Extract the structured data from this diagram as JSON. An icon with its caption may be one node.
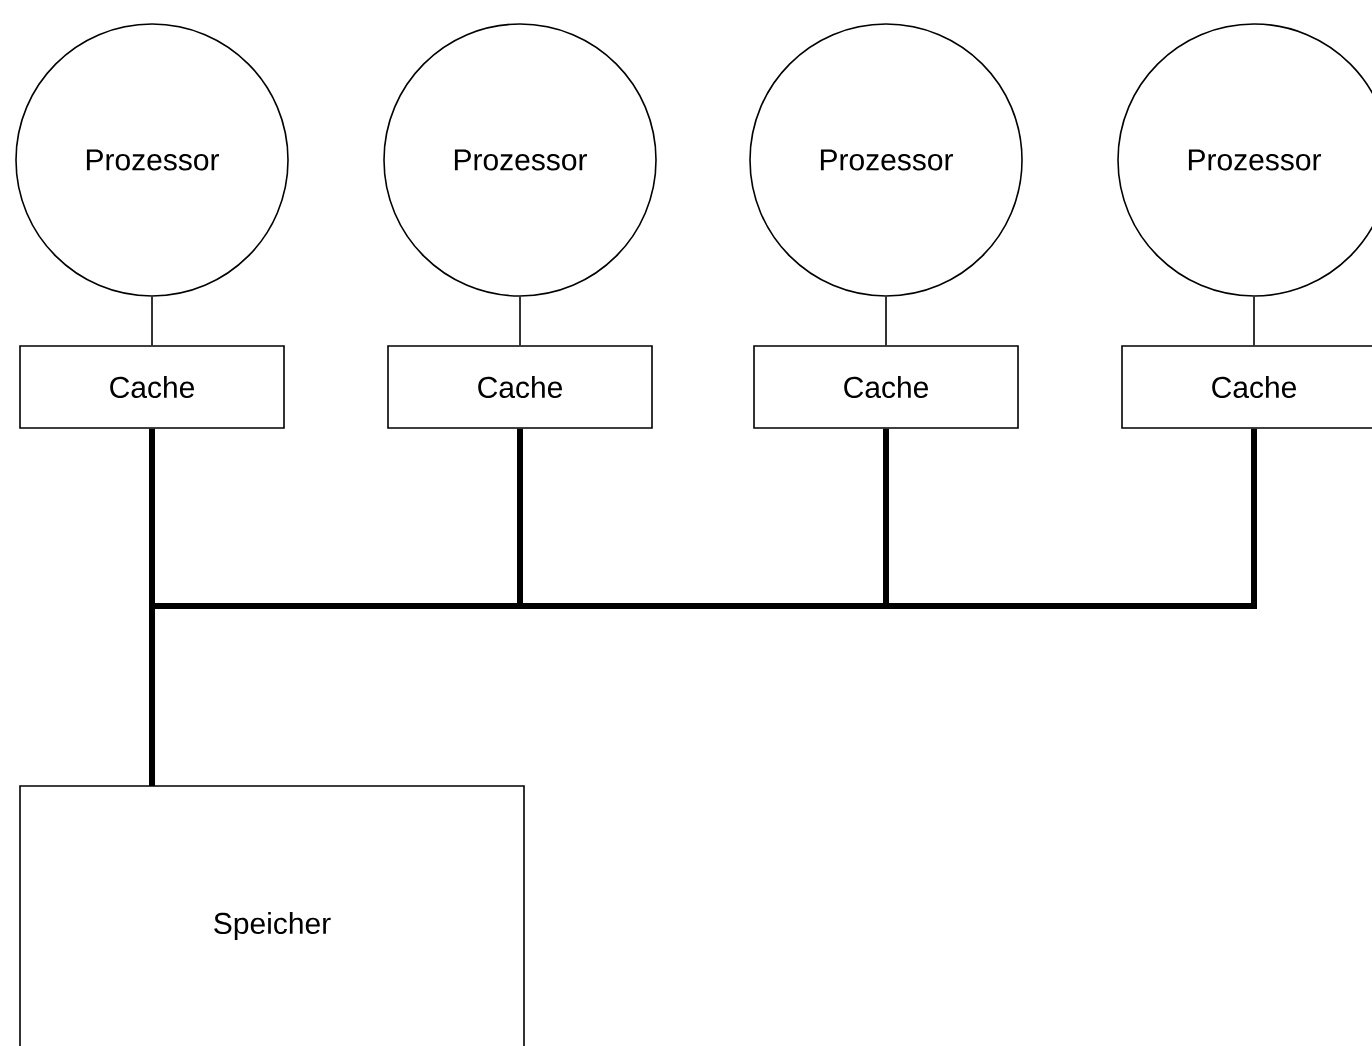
{
  "diagram": {
    "nodes": [
      {
        "text": [
          "Prozessor"
        ]
      },
      {
        "text": [
          "Prozessor"
        ]
      },
      {
        "text": [
          "Prozessor"
        ]
      },
      {
        "text": [
          "Prozessor"
        ]
      },
      {
        "text": [
          "Cache"
        ]
      },
      {
        "text": [
          "Cache"
        ]
      },
      {
        "text": [
          "Cache"
        ]
      },
      {
        "text": [
          "Cache"
        ]
      },
      {
        "text": [
          "Speicher"
        ]
      }
    ],
    "edges": [
      {
        "from": 0,
        "to": 4,
        "arrow": "none"
      },
      {
        "from": 1,
        "to": 5,
        "arrow": "none"
      },
      {
        "from": 2,
        "to": 6,
        "arrow": "none"
      },
      {
        "from": 3,
        "to": 7,
        "arrow": "none"
      },
      {
        "from": 4,
        "to": 8,
        "arrow": "none",
        "style": "thick"
      },
      {
        "from": 5,
        "to": 8,
        "arrow": "none",
        "style": "thick"
      },
      {
        "from": 6,
        "to": 8,
        "arrow": "none",
        "style": "thick"
      },
      {
        "from": 7,
        "to": 8,
        "arrow": "none",
        "style": "thick"
      }
    ]
  }
}
